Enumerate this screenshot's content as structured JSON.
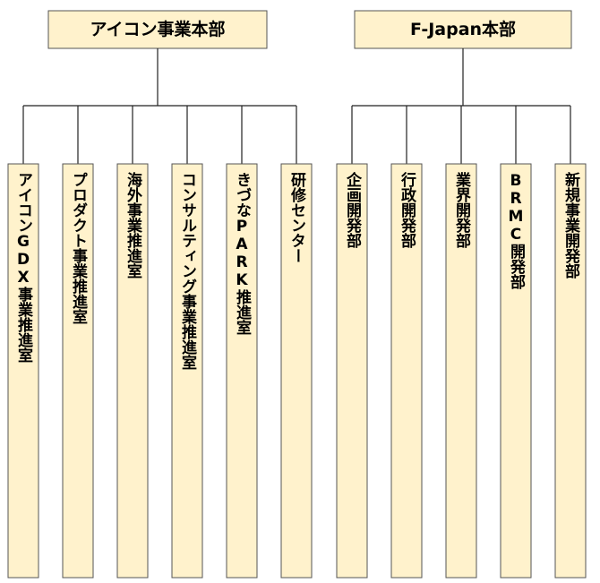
{
  "org_chart": {
    "divisions": [
      {
        "title": "アイコン事業本部",
        "departments": [
          "アイコンGDX事業推進室",
          "プロダクト事業推進室",
          "海外事業推進室",
          "コンサルティング事業推進室",
          "きづなPARK推進室",
          "研修センター"
        ]
      },
      {
        "title": "F-Japan本部",
        "departments": [
          "企画開発部",
          "行政開発部",
          "業界開発部",
          "BRMC開発部",
          "新規事業開発部"
        ]
      }
    ],
    "colors": {
      "box_fill": "#FFF2CC",
      "box_border": "#555555",
      "line": "#222222",
      "text": "#000000"
    }
  }
}
